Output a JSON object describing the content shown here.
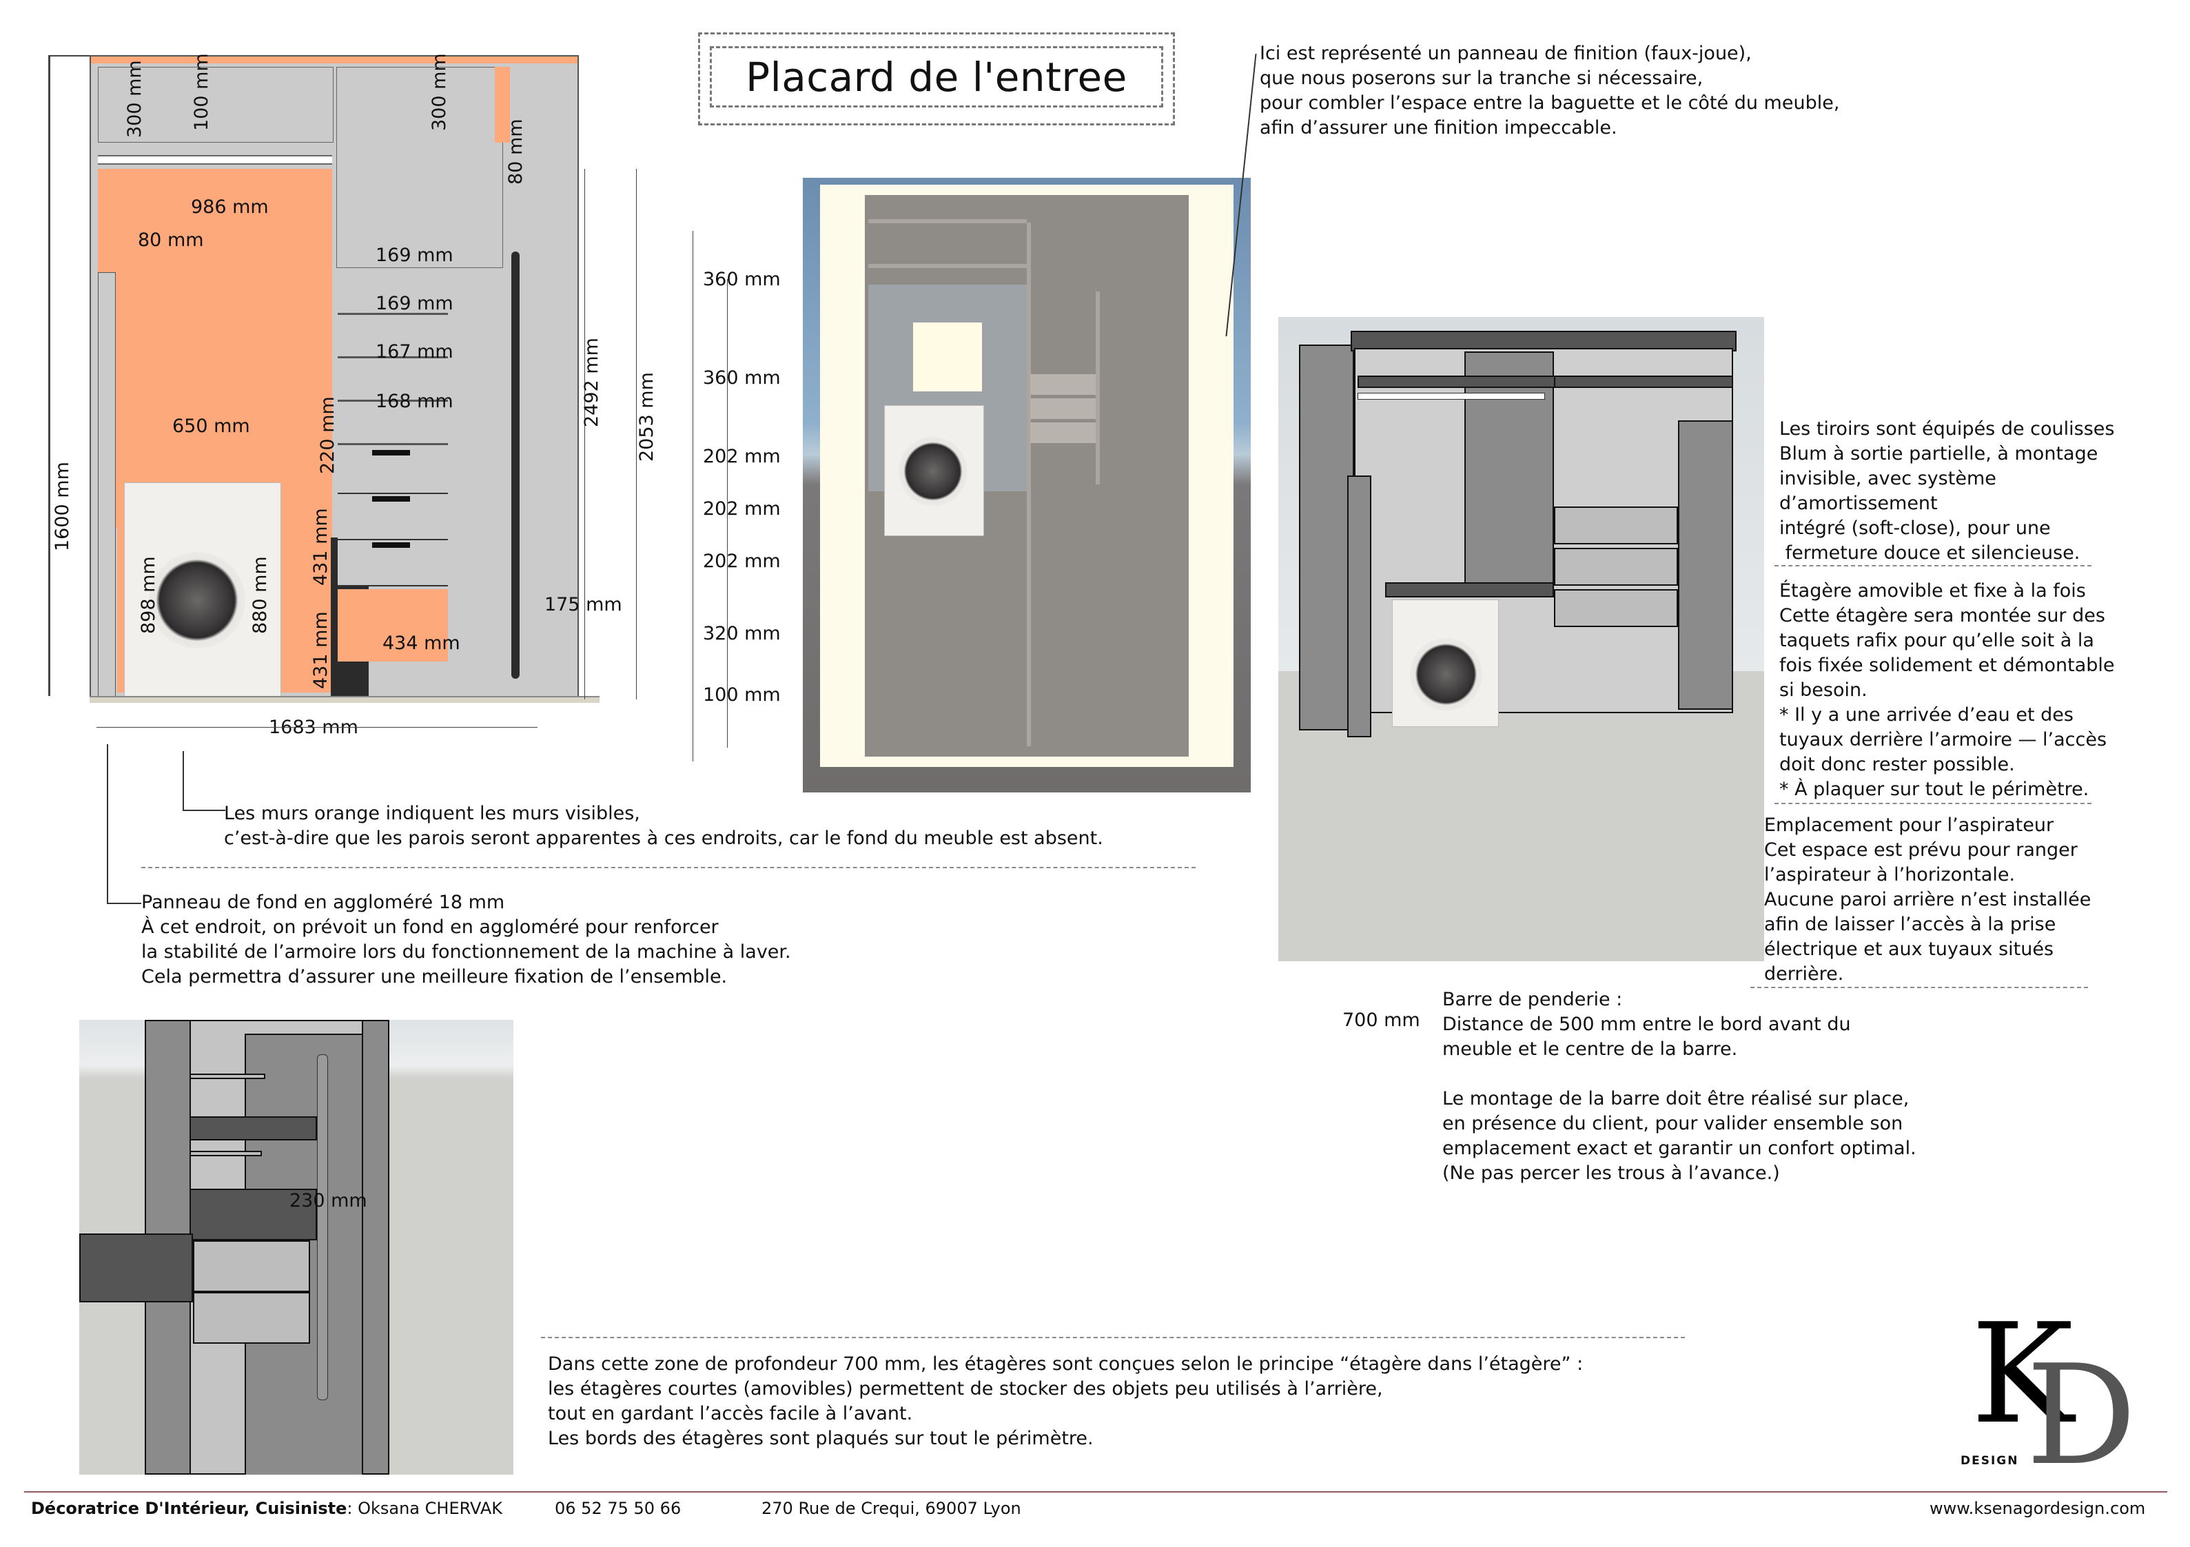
{
  "title": "Placard de l'entree",
  "plan": {
    "horizontal_dims": {
      "top_left_width": "986 mm",
      "left_offset": "80 mm",
      "washer_niche_width": "650 mm",
      "side_niche_width": "220 mm",
      "bottom_compartment_width": "434 mm",
      "side_gap": "175 mm",
      "total_width": "1683 mm"
    },
    "vertical_dims": {
      "top_left_height": "300 mm",
      "rail_gap": "100 mm",
      "top_right_height": "300 mm",
      "top_right_offset": "80 mm",
      "left_panel_height": "1600 mm",
      "washer_height_left": "898 mm",
      "washer_height_right": "880 mm",
      "side_upper": "431 mm",
      "side_lower": "431 mm",
      "total_height": "2492 mm",
      "inner_height": "2053 mm"
    },
    "shelf_dims": [
      "169 mm",
      "169 mm",
      "167 mm",
      "168 mm"
    ],
    "right_column_dims": [
      "360 mm",
      "360 mm",
      "202 mm",
      "202 mm",
      "202 mm",
      "320 mm",
      "100 mm"
    ]
  },
  "notes": {
    "faux_joue": "Ici est représenté un panneau de finition (faux-joue),\nque nous poserons sur la tranche si nécessaire,\npour combler l’espace entre la baguette et le côté du meuble,\nafin d’assurer une finition impeccable.",
    "tiroirs": "Les tiroirs sont équipés de coulisses\nBlum à sortie partielle, à montage\ninvisible, avec système\nd’amortissement\nintégré (soft-close), pour une\n fermeture douce et silencieuse.",
    "etagere": "Étagère amovible et fixe à la fois\nCette étagère sera montée sur des\ntaquets rafix pour qu’elle soit à la\nfois fixée solidement et démontable\nsi besoin.\n* Il y a une arrivée d’eau et des\ntuyaux derrière l’armoire — l’accès\ndoit donc rester possible.\n* À plaquer sur tout le périmètre.",
    "aspirateur": "Emplacement pour l’aspirateur\nCet espace est prévu pour ranger\nl’aspirateur à l’horizontale.\nAucune paroi arrière n’est installée\nafin de laisser l’accès à la prise\nélectrique et aux tuyaux situés\nderrière.",
    "barre": "Barre de penderie :\nDistance de 500 mm entre le bord avant du\nmeuble et le centre de la barre.\n\nLe montage de la barre doit être réalisé sur place,\nen présence du client, pour valider ensemble son\nemplacement exact et garantir un confort optimal.\n(Ne pas percer les trous à l’avance.)",
    "depth_dim": "700 mm",
    "murs_orange": "Les murs orange indiquent les murs visibles,\nc’est-à-dire que les parois seront apparentes à ces endroits, car le fond du meuble est absent.",
    "panneau_fond": "Panneau de fond en aggloméré 18 mm\nÀ cet endroit, on prévoit un fond en aggloméré pour renforcer\nla stabilité de l’armoire lors du fonctionnement de la machine à laver.\nCela permettra d’assurer une meilleure fixation de l’ensemble.",
    "etagere_dans_etagere": "Dans cette zone de profondeur 700 mm, les étagères sont conçues selon le principe “étagère dans l’étagère” :\nles étagères courtes (amovibles) permettent de stocker des objets peu utilisés à l’arrière,\ntout en gardant l’accès facile à l’avant.\nLes bords des étagères sont plaqués sur tout le périmètre.",
    "shelf_depth_dim": "230 mm"
  },
  "logo": {
    "letter1": "K",
    "letter2": "D",
    "subtitle": "DESIGN"
  },
  "footer": {
    "role_label": "Décoratrice D'Intérieur, Cuisiniste",
    "name": ": Oksana CHERVAK",
    "phone": "06 52 75 50 66",
    "address": "270 Rue de Crequi, 69007 Lyon",
    "website": "www.ksenagordesign.com"
  },
  "colors": {
    "visible_wall": "#fda97b",
    "panel_grey": "#cbcbcb",
    "footer_rule": "#8e5a5f"
  }
}
